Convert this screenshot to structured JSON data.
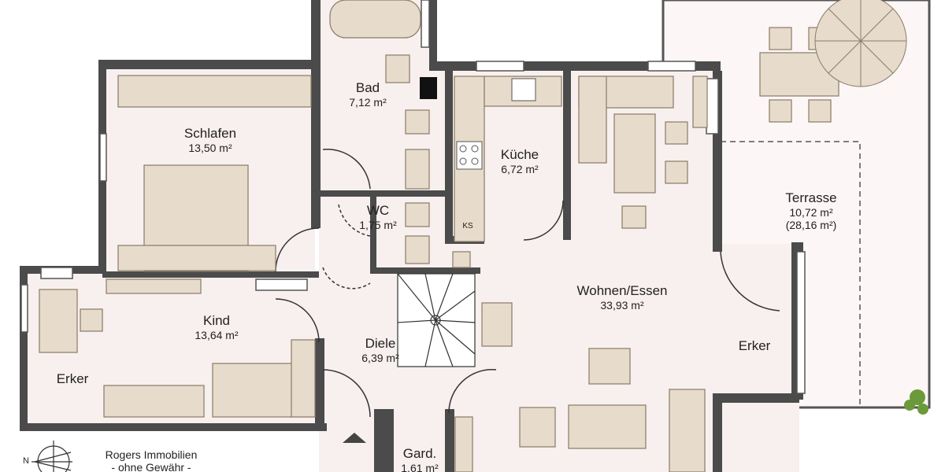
{
  "colors": {
    "wall": "#4b4b4b",
    "floor": "#f8efef",
    "furniture": "#e7dccb",
    "furniture_edge": "#8a7a66",
    "terrace": "#fdf6f6"
  },
  "rooms": {
    "bad": {
      "name": "Bad",
      "area": "7,12 m²"
    },
    "schlafen": {
      "name": "Schlafen",
      "area": "13,50 m²"
    },
    "kueche": {
      "name": "Küche",
      "area": "6,72 m²"
    },
    "wc": {
      "name": "WC",
      "area": "1,75 m²"
    },
    "terrasse": {
      "name": "Terrasse",
      "area": "10,72 m²",
      "area_total": "(28,16 m²)"
    },
    "wohnen": {
      "name": "Wohnen/Essen",
      "area": "33,93 m²"
    },
    "kind": {
      "name": "Kind",
      "area": "13,64 m²"
    },
    "diele": {
      "name": "Diele",
      "area": "6,39 m²"
    },
    "erker_left": {
      "name": "Erker"
    },
    "erker_right": {
      "name": "Erker"
    },
    "gard": {
      "name": "Gard.",
      "area": "1,61 m²"
    }
  },
  "fixtures": {
    "ks": "KS"
  },
  "compass": {
    "north": "N",
    "icon": "compass-rose-icon"
  },
  "credit": {
    "company": "Rogers Immobilien",
    "disclaimer": "- ohne Gewähr -"
  }
}
